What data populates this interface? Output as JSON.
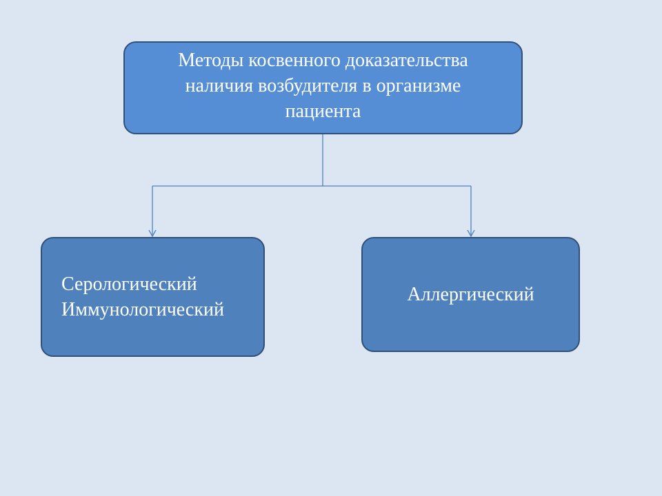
{
  "diagram": {
    "root": {
      "text": "Методы косвенного доказательства\nналичия возбудителя в организме\nпациента"
    },
    "children": [
      {
        "text": "Серологический\nИммунологический"
      },
      {
        "text": "Аллергический"
      }
    ],
    "colors": {
      "background": "#dce6f2",
      "root_fill": "#558ed5",
      "child_fill": "#4f81bd",
      "border": "#2f4f78",
      "connector": "#4f81bd",
      "text": "#ffffff"
    }
  }
}
